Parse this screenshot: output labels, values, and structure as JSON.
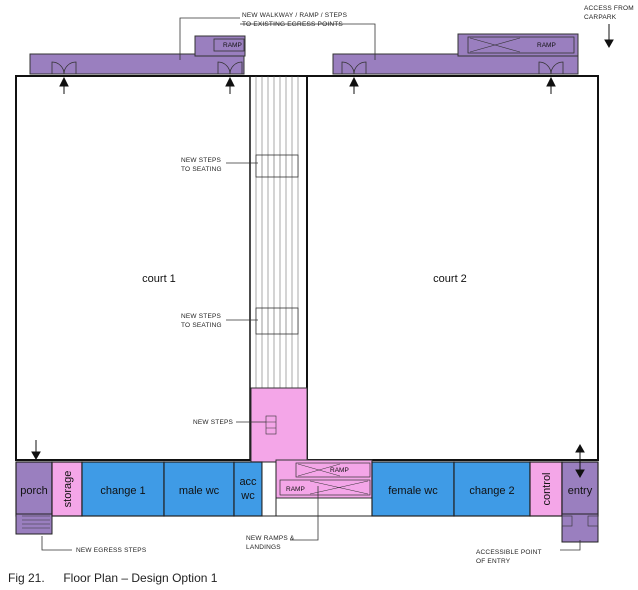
{
  "callouts": {
    "walkway": "NEW WALKWAY / RAMP / STEPS",
    "walkway_2": "TO EXISTING EGRESS POINTS",
    "access": "ACCESS FROM",
    "access_2": "CARPARK",
    "steps_seating_1": "NEW STEPS",
    "steps_seating_1b": "TO SEATING",
    "steps_seating_2": "NEW STEPS",
    "steps_seating_2b": "TO SEATING",
    "new_steps": "NEW STEPS",
    "ramps_landings": "NEW RAMPS &",
    "ramps_landings_2": "LANDINGS",
    "egress_steps": "NEW EGRESS STEPS",
    "accessible_point": "ACCESSIBLE POINT",
    "accessible_point_2": "OF ENTRY"
  },
  "ramp_labels": {
    "top_left": "RAMP",
    "top_right": "RAMP",
    "middle_upper": "RAMP",
    "middle_lower": "RAMP"
  },
  "courts": {
    "court1": "court 1",
    "court2": "court 2"
  },
  "rooms": {
    "porch": "porch",
    "storage": "storage",
    "change1": "change 1",
    "male_wc": "male wc",
    "acc_wc_1": "acc",
    "acc_wc_2": "wc",
    "female_wc": "female wc",
    "change2": "change 2",
    "control": "control",
    "entry": "entry"
  },
  "colors": {
    "purple": "#9a7fbf",
    "pink": "#f4a6e8",
    "blue": "#3f9be6"
  },
  "caption": {
    "fig": "Fig 21.",
    "title": "Floor Plan – Design Option 1"
  }
}
